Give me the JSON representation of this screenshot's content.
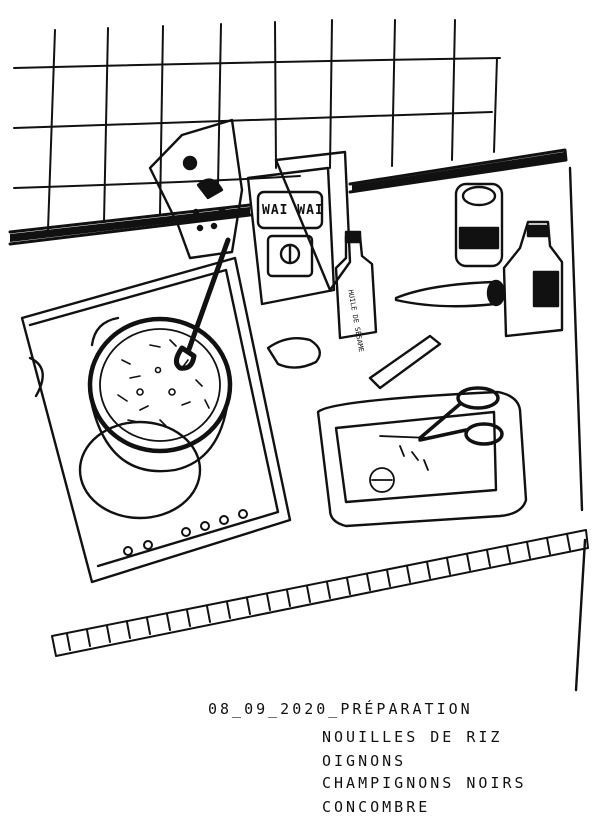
{
  "drawing": {
    "ink_color": "#111111",
    "paper_color": "#ffffff"
  },
  "packages": {
    "noodle_brand": "WAI WAI",
    "oil_label": "HUILE DE SÉSAME"
  },
  "caption": {
    "title": "08_09_2020_PRÉPARATION",
    "items": [
      "NOUILLES DE RIZ",
      "OIGNONS",
      "CHAMPIGNONS NOIRS",
      "CONCOMBRE"
    ]
  }
}
